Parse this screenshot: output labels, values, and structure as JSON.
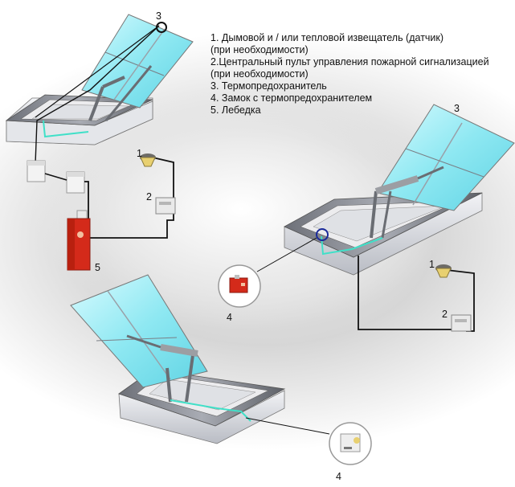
{
  "legend": {
    "items": [
      "1. Дымовой и / или тепловой извещатель (датчик)",
      "(при необходимости)",
      "2.Центральный  пульт управления пожарной сигнализацией",
      "(при необходимости)",
      "3. Термопредохранитель",
      "4. Замок с термопредохранителем",
      "5. Лебедка"
    ]
  },
  "callouts": {
    "n3_top": "3",
    "n1_left": "1",
    "n2_left": "2",
    "n5_left": "5",
    "n3_right": "3",
    "n1_right": "1",
    "n2_right": "2",
    "n4_mid": "4",
    "n4_bottom": "4"
  },
  "colors": {
    "glass": "#8ee8f2",
    "frame": "#c9ccd4",
    "frame_dark": "#7d8088",
    "winch_red": "#d42a1a",
    "detector_yellow": "#e8d070",
    "cable": "#111111",
    "wire_cyan": "#40e0c8"
  }
}
